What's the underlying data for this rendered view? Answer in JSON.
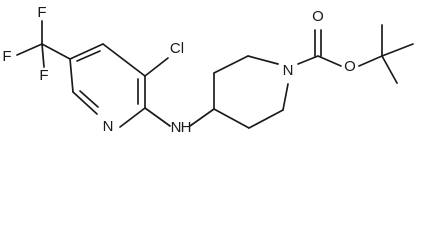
{
  "molecule": {
    "atom_labels": {
      "f_top": "F",
      "f_left": "F",
      "f_bottom": "F",
      "chlorine": "Cl",
      "pyridine_nitrogen": "N",
      "amine_nh": "N",
      "amine_h": "H",
      "piperidine_nitrogen": "N",
      "carbonyl_oxygen": "O",
      "ester_oxygen": "O"
    }
  },
  "colors": {
    "bond": "#1a1a1a",
    "background": "#ffffff"
  }
}
